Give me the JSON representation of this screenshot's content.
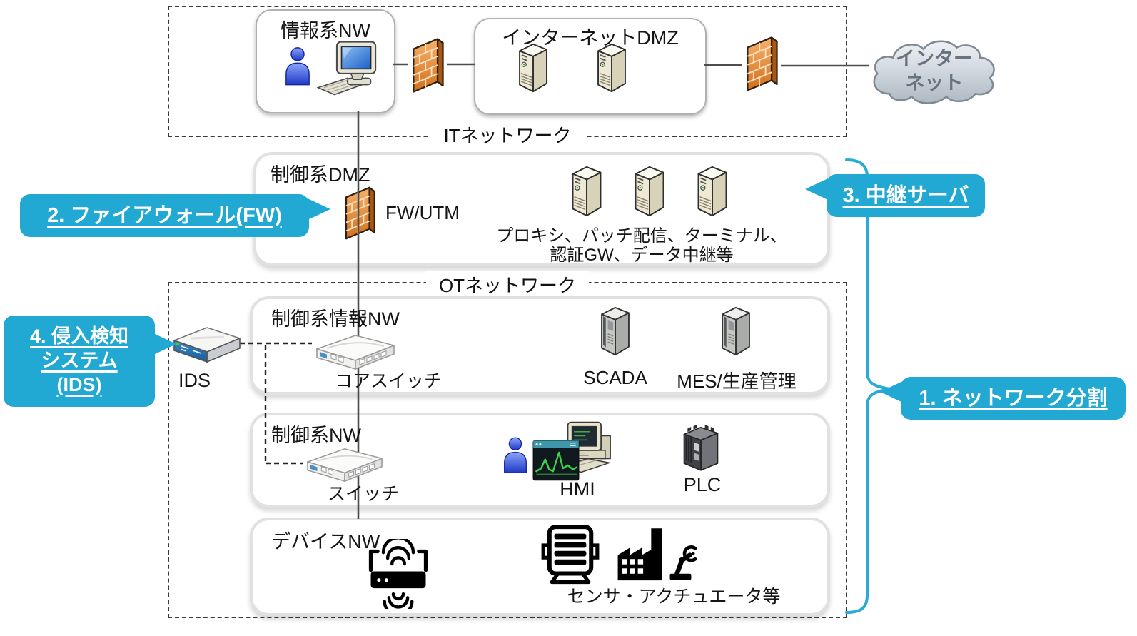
{
  "diagram_title": "OT/IT network security architecture",
  "colors": {
    "accent": "#21a8d3",
    "callout_text": "#ffffff",
    "zone_border": "#e1e1e1",
    "dashed_border": "#3a3a3a",
    "firewall_orange": "#e08a3c",
    "server_beige": "#efebd8",
    "cloud_gray": "#c3cbd4",
    "line": "#4d4d4d"
  },
  "zones": {
    "it": {
      "label": "ITネットワーク"
    },
    "ot": {
      "label": "OTネットワーク"
    }
  },
  "info_nw": {
    "title": "情報系NW"
  },
  "internet_dmz": {
    "title": "インターネットDMZ"
  },
  "cloud": {
    "line1": "インター",
    "line2": "ネット"
  },
  "control_dmz": {
    "title": "制御系DMZ",
    "fw_label": "FW/UTM",
    "caption1": "プロキシ、パッチ配信、ターミナル、",
    "caption2": "認証GW、データ中継等"
  },
  "ids": {
    "label": "IDS"
  },
  "control_info_nw": {
    "title": "制御系情報NW",
    "switch_label": "コアスイッチ",
    "scada_label": "SCADA",
    "mes_label": "MES/生産管理"
  },
  "control_nw": {
    "title": "制御系NW",
    "switch_label": "スイッチ",
    "hmi_label": "HMI",
    "plc_label": "PLC"
  },
  "device_nw": {
    "title": "デバイスNW",
    "caption": "センサ・アクチュエータ等"
  },
  "callouts": {
    "c1": "1. ネットワーク分割",
    "c2": "2. ファイアウォール(FW)",
    "c3": "3. 中継サーバ",
    "c4_line1": "4. 侵入検知",
    "c4_line2": "システム",
    "c4_line3": "(IDS)"
  },
  "icons": {
    "user": "user-icon",
    "desktop_pc": "desktop-pc-icon",
    "firewall": "firewall-icon",
    "server": "server-icon",
    "internet_cloud": "cloud-icon",
    "network_switch": "switch-icon",
    "ids_appliance": "ids-appliance-icon",
    "hmi_terminal": "hmi-terminal-icon",
    "trend_graph": "trend-graph-icon",
    "plc": "plc-icon",
    "wireless_gateway": "wireless-gateway-icon",
    "motor_actuator": "motor-icon",
    "factory_robot": "factory-robot-icon"
  }
}
